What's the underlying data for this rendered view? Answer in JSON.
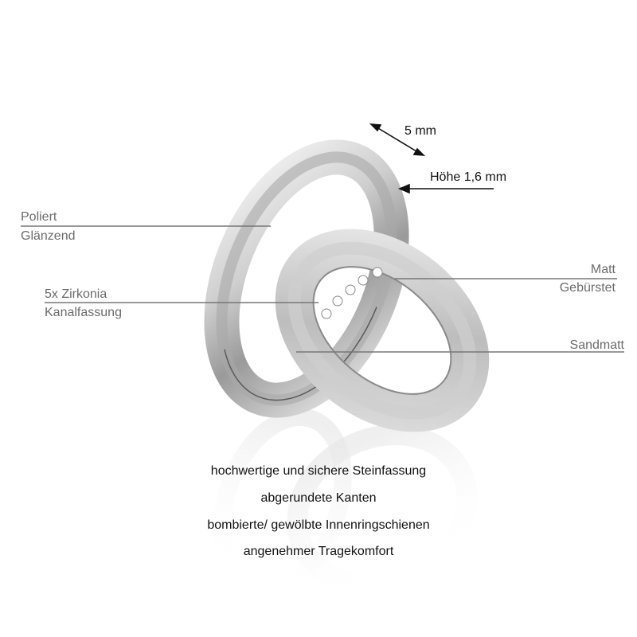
{
  "dimensions": {
    "width": "5 mm",
    "height": "Höhe 1,6 mm"
  },
  "labels": {
    "polished": {
      "line1": "Poliert",
      "line2": "Glänzend"
    },
    "stones": {
      "line1": "5x Zirkonia",
      "line2": "Kanalfassung"
    },
    "matt": {
      "line1": "Matt",
      "line2": "Gebürstet"
    },
    "sand": {
      "line1": "Sandmatt"
    }
  },
  "features": [
    "hochwertige und sichere Steinfassung",
    "abgerundete Kanten",
    "bombierte/ gewölbte Innenringschienen",
    "angenehmer Tragekomfort"
  ],
  "colors": {
    "label_text": "#6b6b6b",
    "leader_line": "#777777",
    "body_text": "#111111",
    "metal_light": "#f2f2f2",
    "metal_mid": "#bdbdbd",
    "metal_dark": "#6e6e6e"
  }
}
